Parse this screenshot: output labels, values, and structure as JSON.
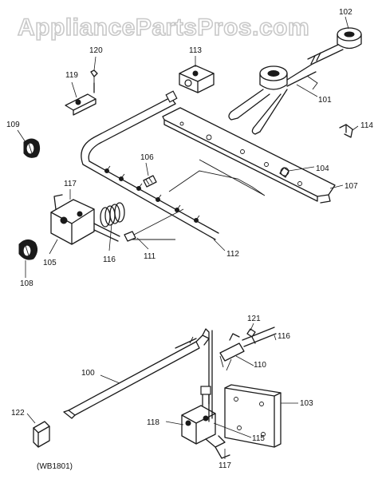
{
  "watermark": "AppliancePartsPros.com",
  "diagram_code": "(WB1801)",
  "callouts": {
    "c100": "100",
    "c101": "101",
    "c102": "102",
    "c103": "103",
    "c104": "104",
    "c105": "105",
    "c106": "106",
    "c107": "107",
    "c108": "108",
    "c109": "109",
    "c110": "110",
    "c111": "111",
    "c112": "112",
    "c113": "113",
    "c114": "114",
    "c115": "115",
    "c116a": "116",
    "c116b": "116",
    "c117a": "117",
    "c117b": "117",
    "c118": "118",
    "c119": "119",
    "c120": "120",
    "c121": "121",
    "c122": "122"
  },
  "colors": {
    "line": "#1a1a1a",
    "watermark_outline": "#c9c9c9",
    "background": "#ffffff"
  }
}
